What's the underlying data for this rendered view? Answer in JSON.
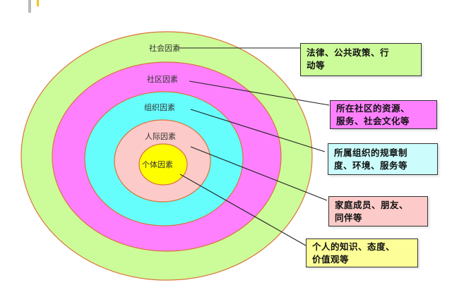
{
  "diagram": {
    "type": "concentric-ellipses",
    "layers": [
      {
        "id": "society",
        "label": "社会因素",
        "fill": "#ccfc99",
        "description": "法律、公共政策、行动等",
        "description_lines": [
          "法律、公共政策、行",
          "动等"
        ],
        "box_fill": "#ccfc99"
      },
      {
        "id": "community",
        "label": "社区因素",
        "fill": "#fe80fe",
        "description": "所在社区的资源、服务、社会文化等",
        "description_lines": [
          "所在社区的资源、",
          "服务、社会文化等"
        ],
        "box_fill": "#fe80fe"
      },
      {
        "id": "organization",
        "label": "组织因素",
        "fill": "#66fdfd",
        "description": "所属组织的规章制度、环境、服务等",
        "description_lines": [
          "所属组织的规章制",
          "度、环境、服务等"
        ],
        "box_fill": "#ccfcfc"
      },
      {
        "id": "interpersonal",
        "label": "人际因素",
        "fill": "#fccbc9",
        "description": "家庭成员、朋友、同伴等",
        "description_lines": [
          "家庭成员、朋友、",
          "同伴等"
        ],
        "box_fill": "#fccbc9"
      },
      {
        "id": "individual",
        "label": "个体因素",
        "fill": "#fefe00",
        "description": "个人的知识、态度、价值观等",
        "description_lines": [
          "个人的知识、态度、",
          "价值观等"
        ],
        "box_fill": "#fefe99"
      }
    ],
    "outline_color": "#d9743a",
    "connector_color": "#222222"
  }
}
